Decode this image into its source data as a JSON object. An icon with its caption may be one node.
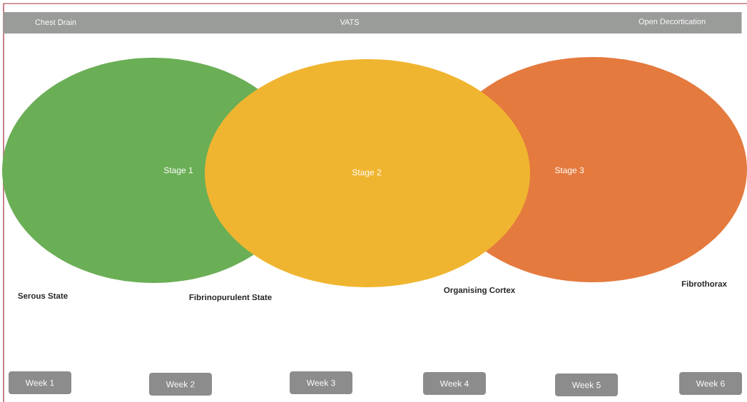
{
  "diagram": {
    "nodes": [
      {
        "text": [
          "Chest Drain",
          "VATS",
          "Open Decortication"
        ]
      },
      {
        "text": [
          "Stage 1"
        ]
      },
      {
        "text": [
          "Stage 2"
        ]
      },
      {
        "text": [
          "Stage 3"
        ]
      },
      {
        "text": [
          "Week 1"
        ]
      },
      {
        "text": [
          "Week 2"
        ]
      },
      {
        "text": [
          "Week 3"
        ]
      },
      {
        "text": [
          "Week 4"
        ]
      },
      {
        "text": [
          "Week 5"
        ]
      },
      {
        "text": [
          "Week 6"
        ]
      }
    ],
    "labels": [
      "Serous State",
      "Fibrinopurulent State",
      "Organising Cortex",
      "Fibrothorax"
    ]
  }
}
